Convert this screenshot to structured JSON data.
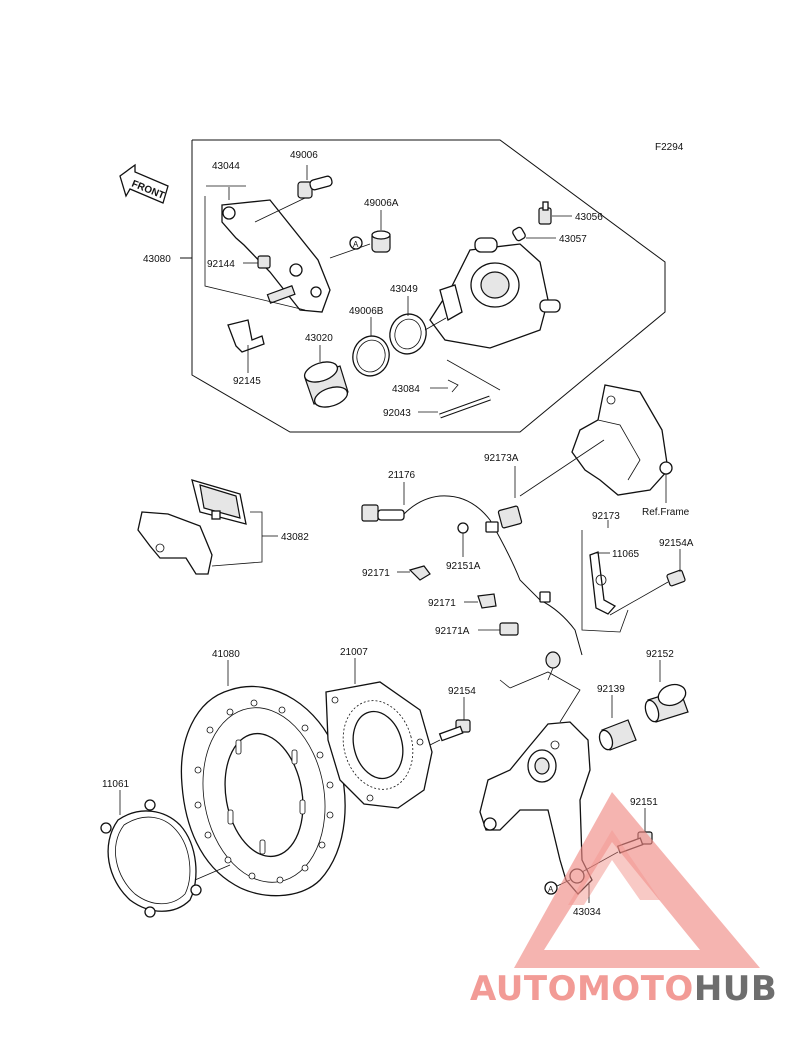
{
  "figure_code": "F2294",
  "front_label": "FRONT",
  "ref_label": "Ref.Frame",
  "callout_letter": "A",
  "parts": {
    "p43044": "43044",
    "p49006": "49006",
    "p49006a": "49006A",
    "p43056": "43056",
    "p43057": "43057",
    "p43080": "43080",
    "p92144": "92144",
    "p49006b": "49006B",
    "p43049": "43049",
    "p43020": "43020",
    "p92145": "92145",
    "p43084": "43084",
    "p92043": "92043",
    "p21176": "21176",
    "p92173a": "92173A",
    "p43082": "43082",
    "p92173": "92173",
    "p92151a": "92151A",
    "p11065": "11065",
    "p92154a": "92154A",
    "p92171_1": "92171",
    "p92171_2": "92171",
    "p92171a": "92171A",
    "p41080": "41080",
    "p21007": "21007",
    "p92152": "92152",
    "p92154": "92154",
    "p92139": "92139",
    "p11061": "11061",
    "p92151": "92151",
    "p43034": "43034"
  },
  "watermark": {
    "part1": "AUTOMOTO",
    "part2": "HUB",
    "color_red": "#f08a84",
    "color_orange": "#f4b366",
    "color_gray": "#555555"
  }
}
